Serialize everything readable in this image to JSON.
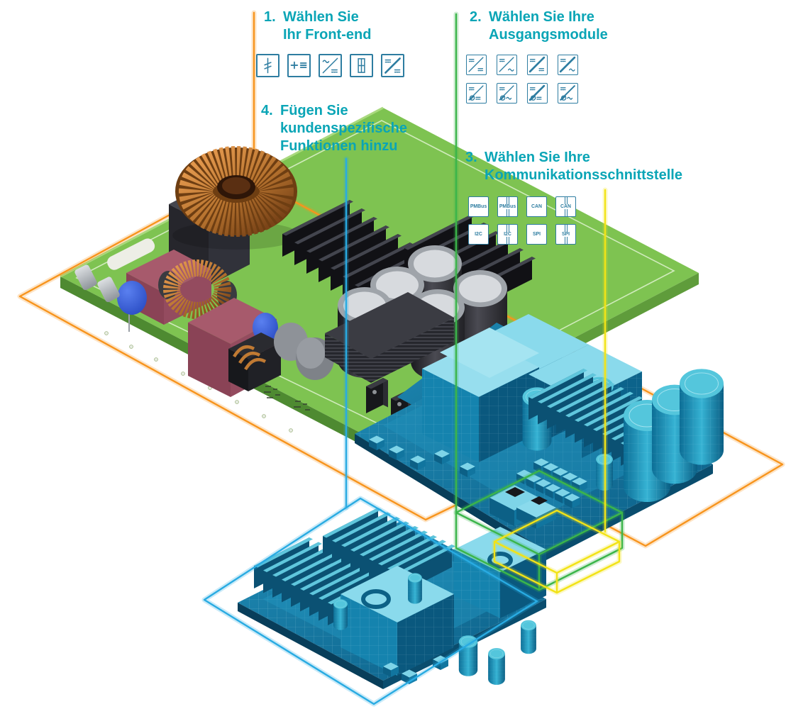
{
  "background": "#FFFFFF",
  "colors": {
    "heading_teal": "#0AA5B6",
    "icon_stroke": "#2E7DA1",
    "accent_orange": "#F7941D",
    "accent_green": "#3BB54A",
    "accent_yellow": "#F2E317",
    "accent_blue": "#29ABE2",
    "pcb_green": "#7EC351",
    "wireframe_cyan": "#2FA9CF",
    "component_black": "#17181C",
    "transformer_maroon": "#954B5F",
    "copper": "#B5722E"
  },
  "steps": [
    {
      "number": "1.",
      "line1": "Wählen Sie",
      "line2": "Ihr Front-end",
      "accent": "#F7941D",
      "icons": [
        "fuse-icon",
        "dc-source-icon",
        "ac-dc-converter-icon",
        "pfc-icon",
        "dc-dc-converter-icon"
      ]
    },
    {
      "number": "2.",
      "line1": "Wählen Sie Ihre",
      "line2": "Ausgangsmodule",
      "accent": "#3BB54A",
      "icons": [
        "dc-dc-icon",
        "dc-ac-icon",
        "dc-dc-isolated-icon",
        "dc-ac-isolated-icon",
        "dc-dc-regulated-icon",
        "dc-ac-regulated-icon",
        "dc-dc-isolated-regulated-icon",
        "dc-ac-isolated-regulated-icon"
      ]
    },
    {
      "number": "3.",
      "line1": "Wählen Sie Ihre",
      "line2": "Kommunikationsschnittstelle",
      "accent": "#F2E317",
      "interfaces": [
        {
          "label": "PMBus",
          "isolated": false
        },
        {
          "label": "PMBus",
          "isolated": true
        },
        {
          "label": "CAN",
          "isolated": false
        },
        {
          "label": "CAN",
          "isolated": true
        },
        {
          "label": "I2C",
          "isolated": false
        },
        {
          "label": "I2C",
          "isolated": true
        },
        {
          "label": "SPI",
          "isolated": false
        },
        {
          "label": "SPI",
          "isolated": true
        }
      ]
    },
    {
      "number": "4.",
      "line1": "Fügen Sie",
      "line2": "kundenspezifische",
      "line3": "Funktionen hinzu",
      "accent": "#29ABE2"
    }
  ],
  "illustration": {
    "front_end_board": "photorealistic green PCB with EMI filter, transformers, toroidal inductor, heatsinks and capacitors",
    "output_modules_board": "cyan wireframe board with module blocks, heatsink fins and capacitors",
    "communication_module": "small cyan wireframe module highlighted by green and yellow boxes",
    "custom_functions_board": "separate cyan wireframe board highlighted by blue outline"
  }
}
